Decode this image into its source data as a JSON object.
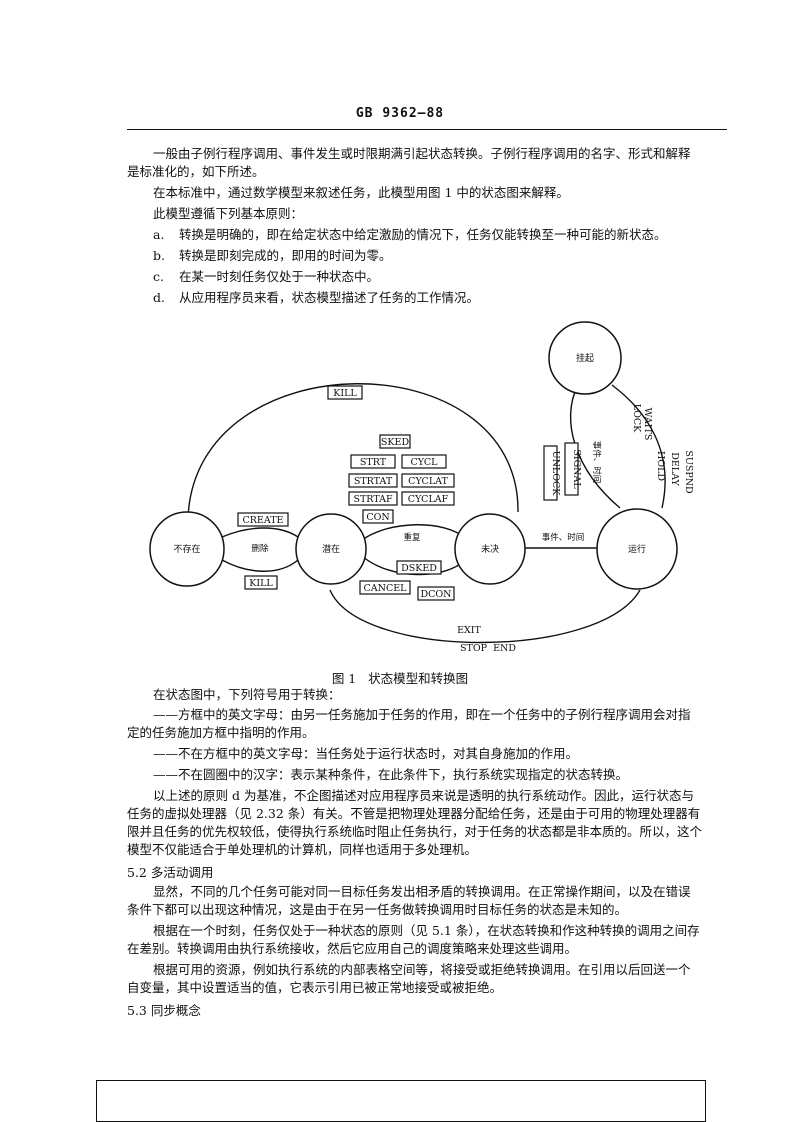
{
  "header": "GB 9362—88",
  "para1": [
    "一般由子例行程序调用、事件发生或时限期满引起状态转换。子例行程序调用的名字、形式和解释",
    "是标准化的，如下所述。"
  ],
  "para2": "在本标准中，通过数学模型来叙述任务，此模型用图 1 中的状态图来解释。",
  "para3": "此模型遵循下列基本原则：",
  "principles": [
    {
      "marker": "a.",
      "text": "转换是明确的，即在给定状态中给定激励的情况下，任务仅能转换至一种可能的新状态。"
    },
    {
      "marker": "b.",
      "text": "转换是即刻完成的，即用的时间为零。"
    },
    {
      "marker": "c.",
      "text": "在某一时刻任务仅处于一种状态中。"
    },
    {
      "marker": "d.",
      "text": "从应用程序员来看，状态模型描述了任务的工作情况。"
    }
  ],
  "diagram": {
    "states": {
      "nonexistent": "不存在",
      "dormant": "潜在",
      "ready": "未决",
      "running": "运行",
      "suspended": "挂起"
    },
    "boxed": {
      "kill_top": "KILL",
      "sked": "SKED",
      "strt": "STRT",
      "cycl": "CYCL",
      "strtat": "STRTAT",
      "cyclat": "CYCLAT",
      "strtaf": "STRTAF",
      "cyclaf": "CYCLAF",
      "con": "CON",
      "create": "CREATE",
      "kill_bottom": "KILL",
      "dsked": "DSKED",
      "cancel": "CANCEL",
      "dcon": "DCON",
      "signal": "SIGNAL",
      "unlock": "UNLOCK"
    },
    "plain": {
      "delete": "删除",
      "repeat": "重复",
      "event_time": "事件、时间",
      "event_time2": "事件、时间",
      "lock": "LOCK",
      "waits": "WAITS",
      "suspnd": "SUSPND",
      "delay": "DELAY",
      "hold": "HOLD",
      "exit": "EXIT",
      "stop_end": "STOP  END"
    }
  },
  "caption": "图 1   状态模型和转换图",
  "legend_intro": "在状态图中，下列符号用于转换：",
  "legend": [
    "——方框中的英文字母：由另一任务施加于任务的作用，即在一个任务中的子例行程序调用会对指",
    "定的任务施加方框中指明的作用。",
    "——不在方框中的英文字母：当任务处于运行状态时，对其自身施加的作用。",
    "——不在圆圈中的汉字：表示某种条件，在此条件下，执行系统实现指定的状态转换。"
  ],
  "para_d": [
    "以上述的原则 d 为基准，不企图描述对应用程序员来说是透明的执行系统动作。因此，运行状态与",
    "任务的虚拟处理器（见 2.32 条）有关。不管是把物理处理器分配给任务，还是由于可用的物理处理器有",
    "限并且任务的优先权较低，使得执行系统临时阻止任务执行，对于任务的状态都是非本质的。所以，这个",
    "模型不仅能适合于单处理机的计算机，同样也适用于多处理机。"
  ],
  "section_52": "5.2   多活动调用",
  "para_52a": [
    "显然，不同的几个任务可能对同一目标任务发出相矛盾的转换调用。在正常操作期间，以及在错误",
    "条件下都可以出现这种情况，这是由于在另一任务做转换调用时目标任务的状态是未知的。"
  ],
  "para_52b": [
    "根据在一个时刻，任务仅处于一种状态的原则（见 5.1 条），在状态转换和作这种转换的调用之间存",
    "在差别。转换调用由执行系统接收，然后它应用自己的调度策略来处理这些调用。"
  ],
  "para_52c": [
    "根据可用的资源，例如执行系统的内部表格空间等，将接受或拒绝转换调用。在引用以后回送一个",
    "自变量，其中设置适当的值，它表示引用已被正常地接受或被拒绝。"
  ],
  "section_53": "5.3   同步概念"
}
